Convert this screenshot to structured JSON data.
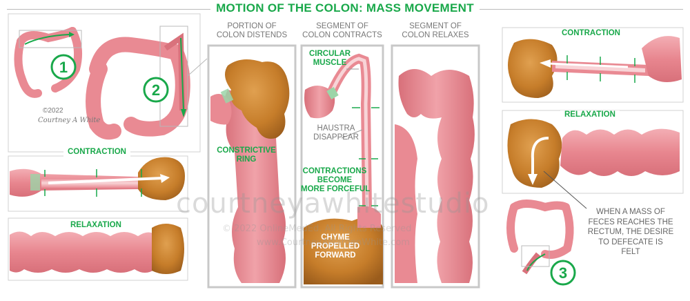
{
  "title": "MOTION OF THE COLON: MASS MOVEMENT",
  "copyright": {
    "year": "©2022",
    "signature": "Courtney A White"
  },
  "steps": [
    "1",
    "2",
    "3"
  ],
  "columns": {
    "col1": {
      "heading": [
        "PORTION OF",
        "COLON DISTENDS"
      ],
      "label": [
        "CONSTRICTIVE",
        "RING"
      ]
    },
    "col2": {
      "heading": [
        "SEGMENT OF",
        "COLON CONTRACTS"
      ],
      "circular": [
        "CIRCULAR",
        "MUSCLE"
      ],
      "haustra": [
        "HAUSTRA",
        "DISAPPEAR"
      ],
      "contractions": [
        "CONTRACTIONS",
        "BECOME",
        "MORE FORCEFUL"
      ],
      "chyme": [
        "CHYME",
        "PROPELLED",
        "FORWARD"
      ]
    },
    "col3": {
      "heading": [
        "SEGMENT OF",
        "COLON RELAXES"
      ]
    }
  },
  "left_panels": {
    "contraction": "CONTRACTION",
    "relaxation": "RELAXATION"
  },
  "right_panels": {
    "contraction": "CONTRACTION",
    "relaxation": "RELAXATION",
    "note": [
      "WHEN A MASS OF",
      "FECES REACHES THE",
      "RECTUM, THE DESIRE",
      "TO DEFECATE IS",
      "FELT"
    ]
  },
  "watermark": {
    "studio": "courtneyawhitestudio",
    "rights": "© 2022 OnlineMedEd. All Rights Reserved",
    "url": "www.CourtneyAWardenWhite.com"
  },
  "colors": {
    "green": "#19a84a",
    "tissue": "#e98a93",
    "tissue_light": "#f4b7bc",
    "feces": "#c67d2a",
    "frame": "#c8c8c8"
  }
}
